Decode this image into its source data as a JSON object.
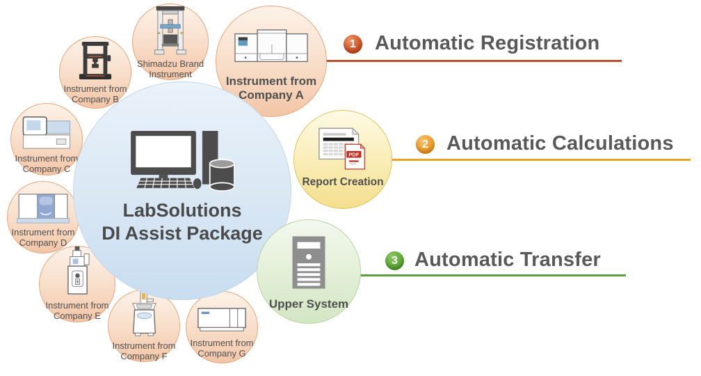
{
  "diagram": {
    "center": {
      "title_line1": "LabSolutions",
      "title_line2": "DI Assist Package",
      "icon": "computer-database-icon"
    },
    "satellites": {
      "company_b": {
        "line1": "Instrument from",
        "line2": "Company B",
        "icon": "tensile-tester-dark-icon"
      },
      "shimadzu": {
        "line1": "Shimadzu Brand",
        "line2": "Instrument",
        "icon": "tensile-tester-light-icon"
      },
      "company_a": {
        "line1": "Instrument from",
        "line2": "Company A",
        "icon": "bench-analyzer-icon"
      },
      "company_c": {
        "line1": "Instrument from",
        "line2": "Company C",
        "icon": "spectrometer-icon"
      },
      "company_d": {
        "line1": "Instrument from",
        "line2": "Company D",
        "icon": "aas-instrument-icon"
      },
      "company_e": {
        "line1": "Instrument from",
        "line2": "Company E",
        "icon": "titrator-icon"
      },
      "company_f": {
        "line1": "Instrument from",
        "line2": "Company F",
        "icon": "benchtop-lid-icon"
      },
      "company_g": {
        "line1": "Instrument from",
        "line2": "Company G",
        "icon": "module-box-icon"
      },
      "report": {
        "label": "Report Creation",
        "icon": "report-pdf-icon"
      },
      "upper_system": {
        "label": "Upper System",
        "icon": "server-tower-icon"
      }
    },
    "features": [
      {
        "number": "1",
        "label": "Automatic Registration",
        "accent": "#b3502e",
        "ball_color": "#c44a20"
      },
      {
        "number": "2",
        "label": "Automatic Calculations",
        "accent": "#eaa327",
        "ball_color": "#e08a00"
      },
      {
        "number": "3",
        "label": "Automatic Transfer",
        "accent": "#5b9f3e",
        "ball_color": "#449322"
      }
    ],
    "icons": {
      "pdf_badge": "PDF"
    },
    "colors": {
      "bubble_peach": "#f2c5a6",
      "bubble_yellow": "#f4df8d",
      "bubble_green": "#d3e6c3",
      "bubble_blue": "#c8ddf0",
      "text_gray": "#4f4f4f",
      "heading_gray": "#595959"
    }
  }
}
